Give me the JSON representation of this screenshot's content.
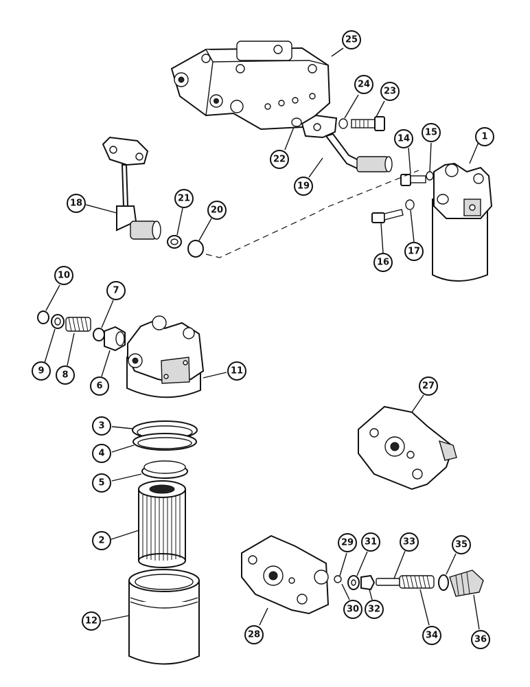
{
  "callouts": {
    "c1": "1",
    "c2": "2",
    "c3": "3",
    "c4": "4",
    "c5": "5",
    "c6": "6",
    "c7": "7",
    "c8": "8",
    "c9": "9",
    "c10": "10",
    "c11": "11",
    "c12": "12",
    "c14": "14",
    "c15": "15",
    "c16": "16",
    "c17": "17",
    "c18": "18",
    "c19": "19",
    "c20": "20",
    "c21": "21",
    "c22": "22",
    "c23": "23",
    "c24": "24",
    "c25": "25",
    "c27": "27",
    "c28": "28",
    "c29": "29",
    "c30": "30",
    "c31": "31",
    "c32": "32",
    "c33": "33",
    "c34": "34",
    "c35": "35",
    "c36": "36"
  }
}
